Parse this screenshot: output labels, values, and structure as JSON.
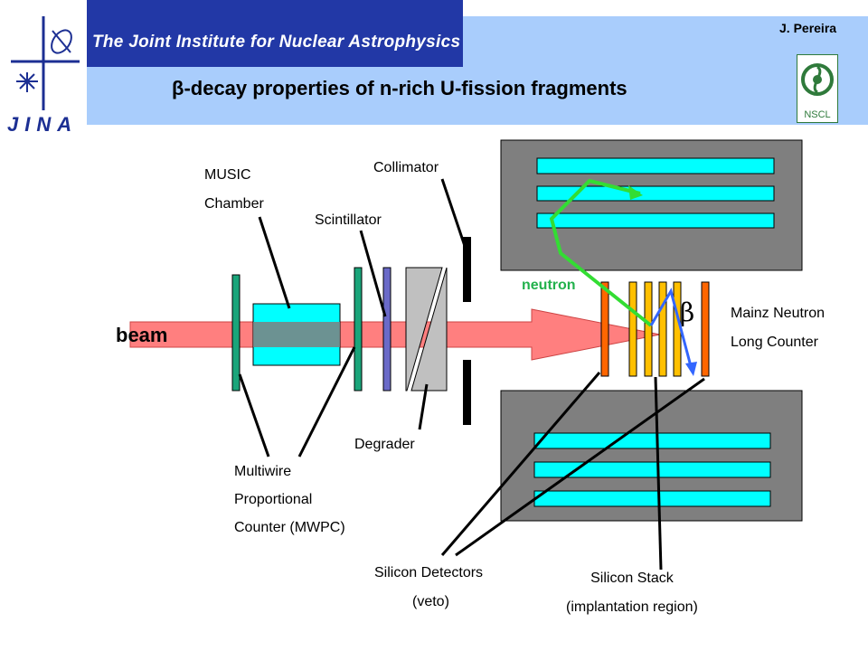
{
  "header": {
    "institute_name": "The Joint Institute for Nuclear Astrophysics",
    "author": "J. Pereira",
    "title_symbol": "β",
    "title_rest": "-decay properties of n-rich U-fission fragments",
    "logo_text": "JINA",
    "nscl_logo": "NSCL"
  },
  "labels": {
    "beam": "beam",
    "neutron": "neutron",
    "beta": "β",
    "collimator": "Collimator",
    "music_line1": "MUSIC",
    "music_line2": "Chamber",
    "scintillator": "Scintillator",
    "degrader": "Degrader",
    "mwpc_line1": "Multiwire",
    "mwpc_line2": "Proportional",
    "mwpc_line3": "Counter (MWPC)",
    "silicon_detectors_line1": "Silicon Detectors",
    "silicon_detectors_line2": "(veto)",
    "silicon_stack_line1": "Silicon Stack",
    "silicon_stack_line2": "(implantation region)",
    "mainz_line1": "Mainz Neutron",
    "mainz_line2": "Long Counter"
  },
  "colors": {
    "header_band": "#a9cdfc",
    "title_strip": "#2238a6",
    "beam": "#ff7f7f",
    "music_chamber": "#00ffff",
    "mwpc": "#1aa57a",
    "scintillator": "#6a6ac8",
    "counter_housing": "#7f7f7f",
    "he3_tubes": "#00ffff",
    "neutron_track": "#33dd33",
    "beta_track": "#3366ff",
    "veto_detector": "#ff6600",
    "stack_detector": "#ffc000"
  }
}
